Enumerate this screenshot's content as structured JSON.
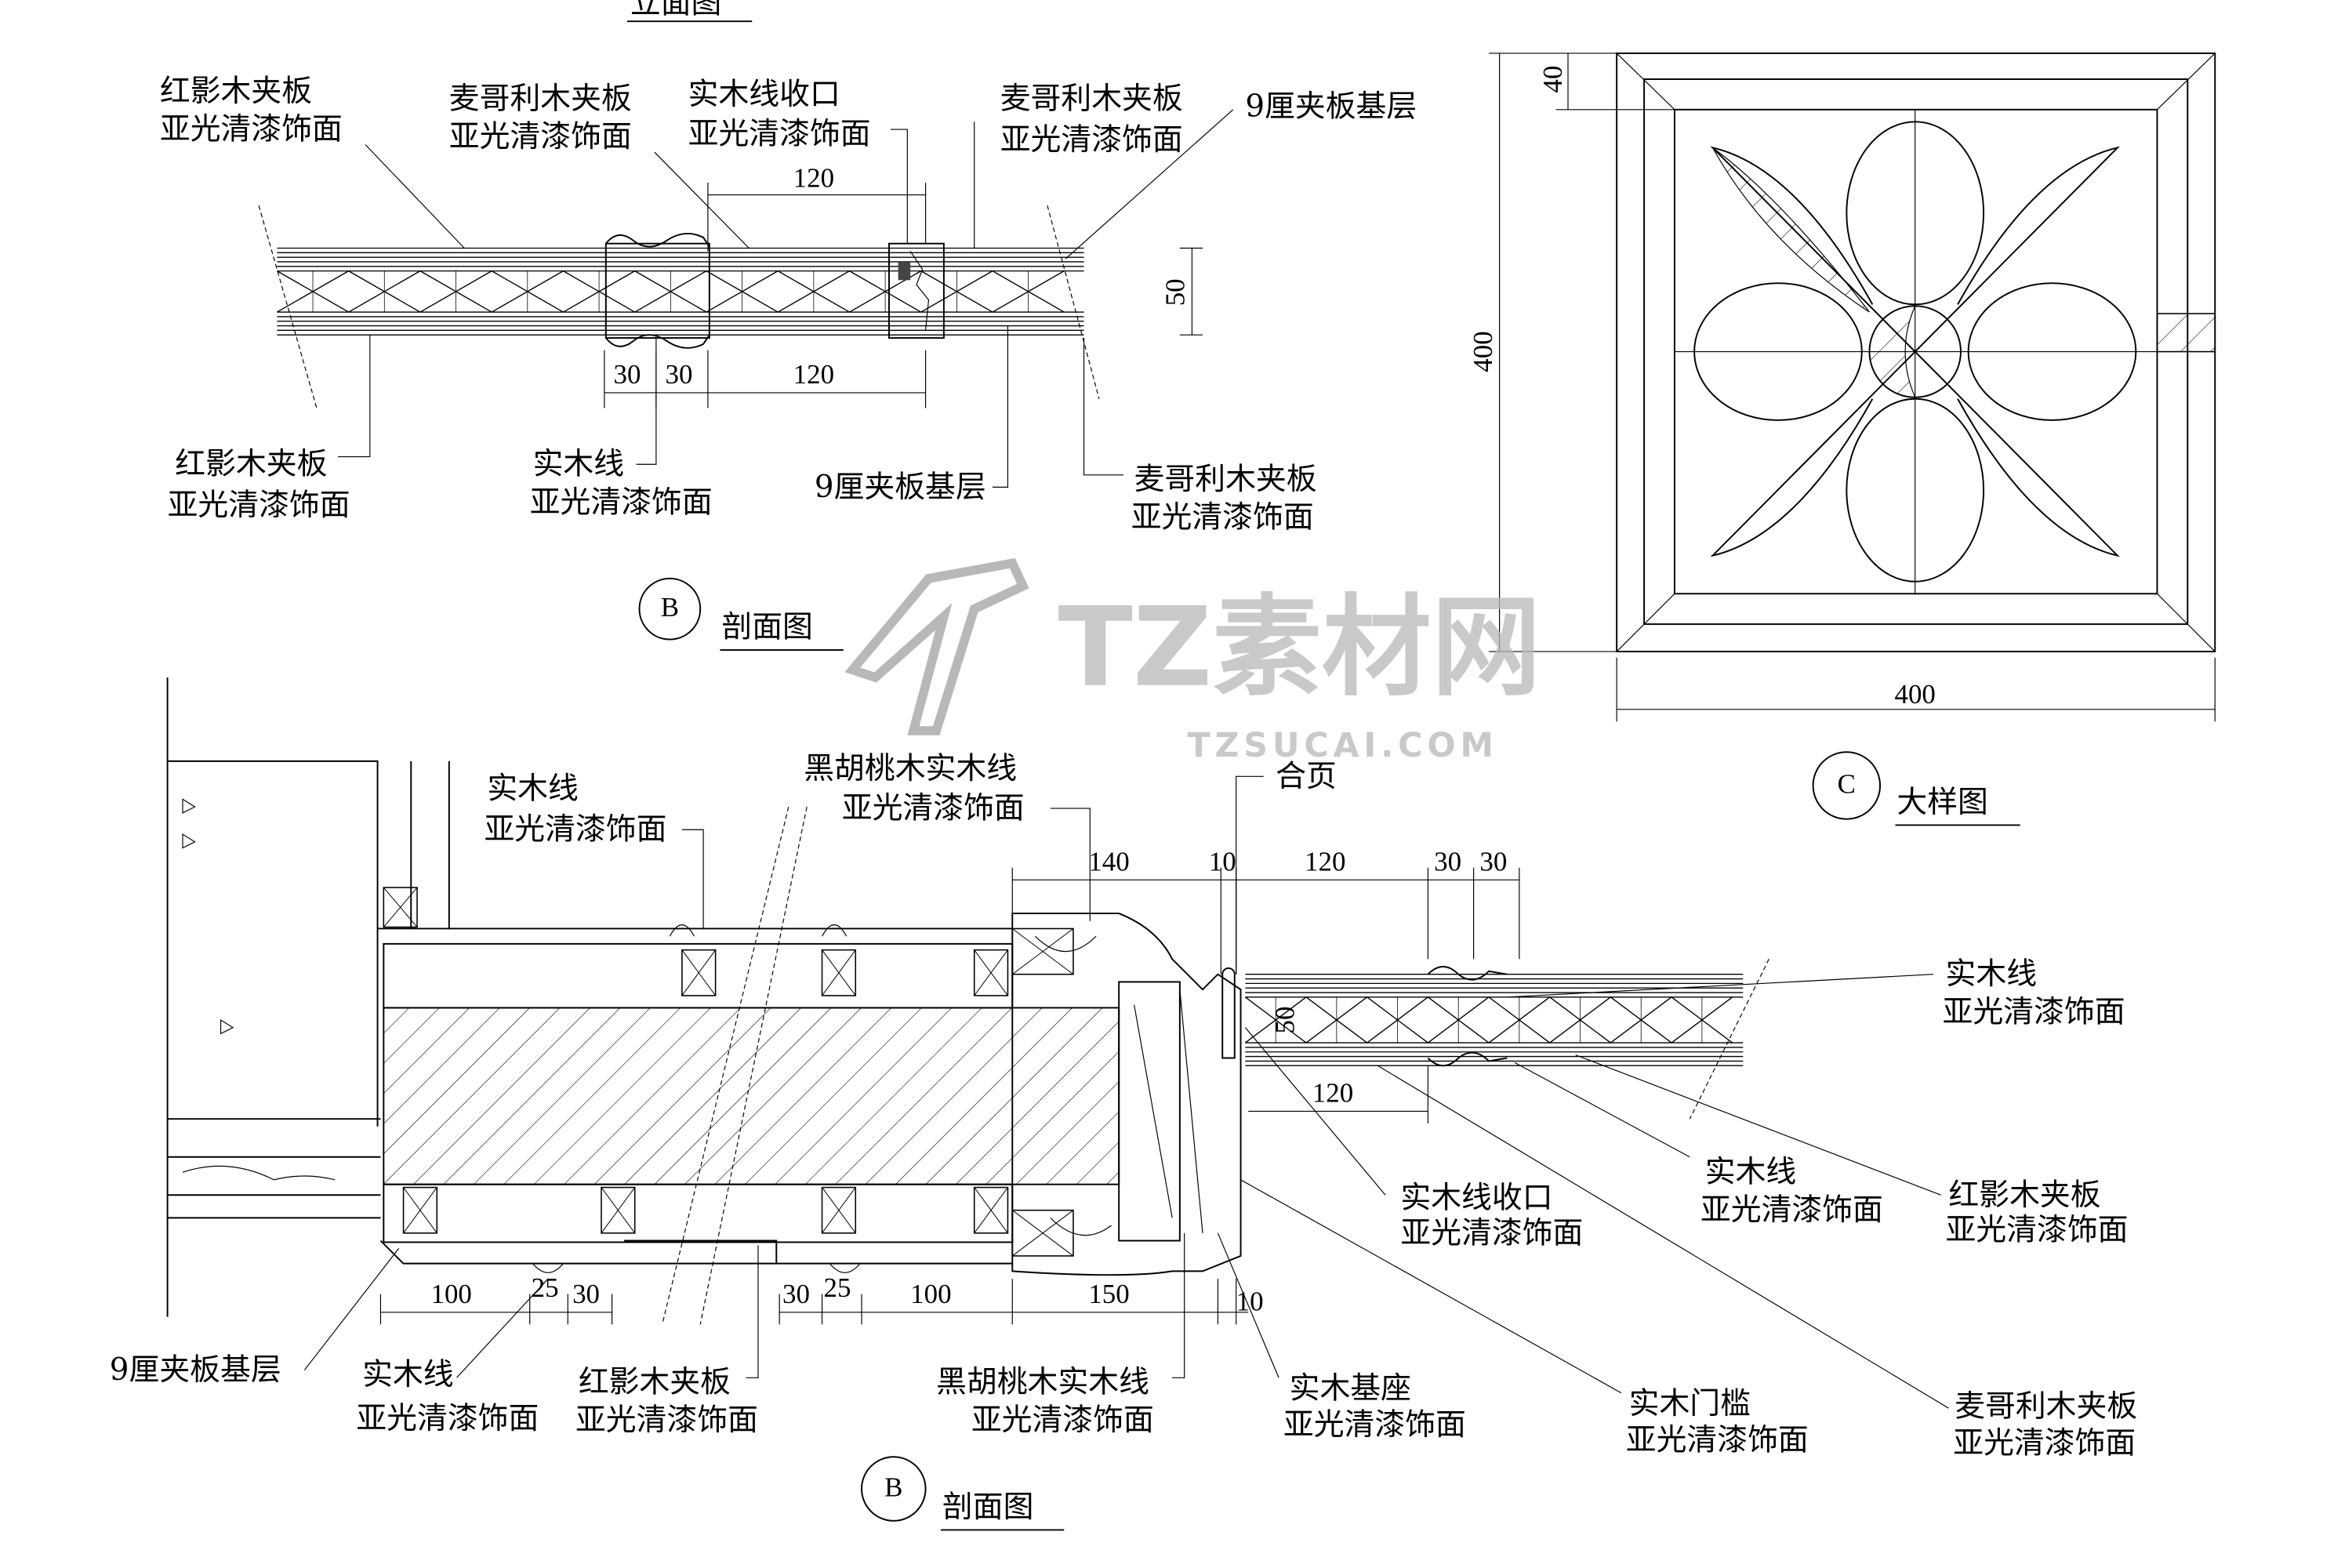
{
  "elevation": {
    "title": "立面图"
  },
  "section_top": {
    "labels": {
      "hongying_top_1": "红影木夹板",
      "hongying_top_2": "亚光清漆饰面",
      "maigeli_a_1": "麦哥利木夹板",
      "maigeli_a_2": "亚光清漆饰面",
      "shoukou_1": "实木线收口",
      "shoukou_2": "亚光清漆饰面",
      "maigeli_b_1": "麦哥利木夹板",
      "maigeli_b_2": "亚光清漆饰面",
      "base_top": "9厘夹板基层",
      "hongying_bot_1": "红影木夹板",
      "hongying_bot_2": "亚光清漆饰面",
      "shimuxian_1": "实木线",
      "shimuxian_2": "亚光清漆饰面",
      "base_bot": "9厘夹板基层",
      "maigeli_c_1": "麦哥利木夹板",
      "maigeli_c_2": "亚光清漆饰面"
    },
    "dims": {
      "top": "120",
      "bot_a": "30",
      "bot_b": "30",
      "bot_c": "120",
      "height": "50"
    },
    "marker": "B",
    "title": "剖面图"
  },
  "detail": {
    "dims": {
      "border": "40",
      "height": "400",
      "width": "400"
    },
    "marker": "C",
    "title": "大样图"
  },
  "section_bottom": {
    "labels": {
      "shimuxian_a_1": "实木线",
      "shimuxian_a_2": "亚光清漆饰面",
      "heihutao_a_1": "黑胡桃木实木线",
      "heihutao_a_2": "亚光清漆饰面",
      "hinge": "合页",
      "shimuxian_b_1": "实木线",
      "shimuxian_b_2": "亚光清漆饰面",
      "shoukou_1": "实木线收口",
      "shoukou_2": "亚光清漆饰面",
      "shimuxian_c_1": "实木线",
      "shimuxian_c_2": "亚光清漆饰面",
      "hongying_a_1": "红影木夹板",
      "hongying_a_2": "亚光清漆饰面",
      "base": "9厘夹板基层",
      "shimuxian_d_1": "实木线",
      "shimuxian_d_2": "亚光清漆饰面",
      "hongying_b_1": "红影木夹板",
      "hongying_b_2": "亚光清漆饰面",
      "heihutao_b_1": "黑胡桃木实木线",
      "heihutao_b_2": "亚光清漆饰面",
      "jizuo_1": "实木基座",
      "jizuo_2": "亚光清漆饰面",
      "menkan_1": "实木门槛",
      "menkan_2": "亚光清漆饰面",
      "maigeli_1": "麦哥利木夹板",
      "maigeli_2": "亚光清漆饰面"
    },
    "dims_top": [
      "140",
      "10",
      "120",
      "30",
      "30"
    ],
    "dim_50": "50",
    "dim_120": "120",
    "dims_bottom": [
      "100",
      "25",
      "30",
      "30",
      "25",
      "100",
      "150",
      "10"
    ],
    "marker": "B",
    "title": "剖面图"
  },
  "watermark": {
    "brand": "TZ素材网",
    "url": "TZSUCAI.COM"
  }
}
